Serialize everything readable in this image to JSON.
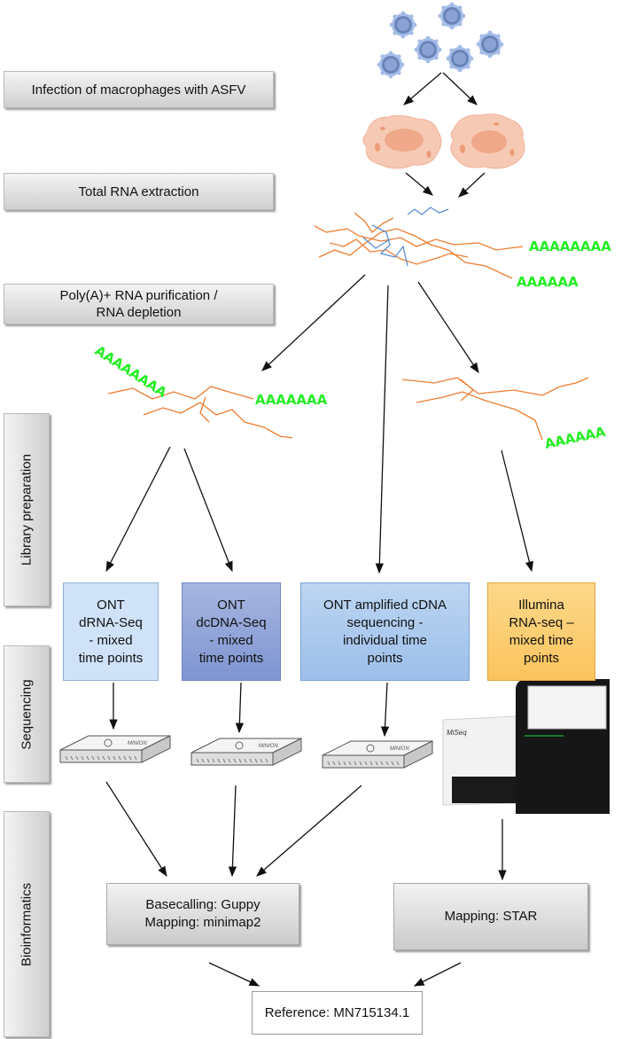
{
  "steps": {
    "infection": "Infection of macrophages with ASFV",
    "rna_extraction": "Total RNA extraction",
    "purification": "Poly(A)+ RNA purification /\nRNA depletion"
  },
  "sides": {
    "library": "Library preparation",
    "sequencing": "Sequencing",
    "bioinformatics": "Bioinformatics"
  },
  "polyA": {
    "tail_1": "AAAAAAAA",
    "tail_2": "AAAAAA",
    "tail_3": "AAAAAAAA",
    "tail_4": "AAAAAAA",
    "tail_5": "AAAAAA"
  },
  "methods": {
    "ont_drna": "ONT\ndRNA-Seq\n- mixed\ntime points",
    "ont_dcdna": "ONT\ndcDNA-Seq\n- mixed\ntime points",
    "ont_cdna": "ONT amplified cDNA\nsequencing -\nindividual time\npoints",
    "illumina": "Illumina\nRNA-seq –\nmixed time\npoints"
  },
  "devices": {
    "minion_label": "MINION",
    "miseq_label": "MiSeq"
  },
  "pipelines": {
    "ont": "Basecalling: Guppy\nMapping: minimap2",
    "illumina": "Mapping: STAR"
  },
  "reference": "Reference:  MN715134.1",
  "colors": {
    "virus_fill": "#7f98c9",
    "virus_spike": "#a4bce8",
    "cell_fill": "#f6c9b4",
    "nucleus_fill": "#efa98a",
    "rna_strand": "#ed7d31",
    "rrna_strand": "#5b8fd0",
    "polyA_text": "#22ee22",
    "ont_drna_box": "#cfe2f7",
    "ont_dcdna_box": "#8da2d8",
    "ont_cdna_box": "#a9c8ee",
    "illumina_box": "#fbc96b"
  }
}
